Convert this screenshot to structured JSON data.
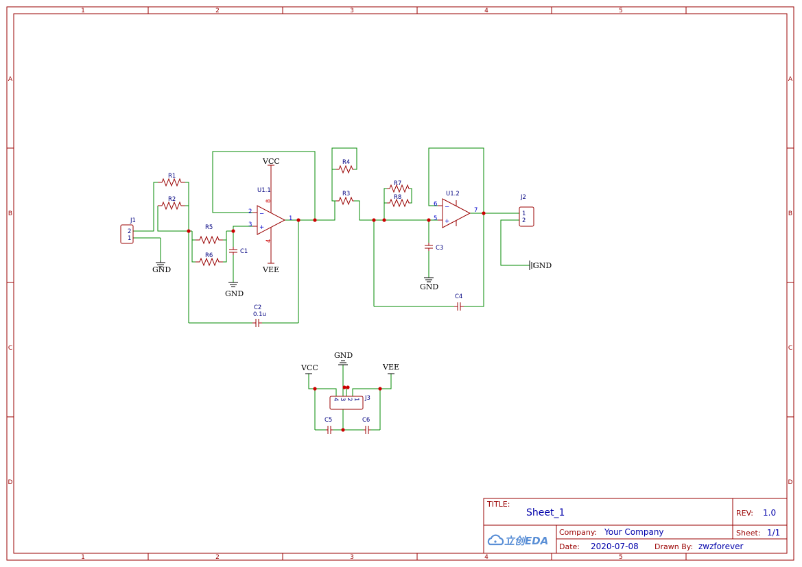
{
  "sheet": {
    "zones_cols": [
      "1",
      "2",
      "3",
      "4",
      "5"
    ],
    "zones_rows": [
      "A",
      "B",
      "C",
      "D"
    ]
  },
  "components": {
    "R1": "R1",
    "R2": "R2",
    "R3": "R3",
    "R4": "R4",
    "R5": "R5",
    "R6": "R6",
    "R7": "R7",
    "R8": "R8",
    "C1": "C1",
    "C2": "C2",
    "C2_value": "0.1u",
    "C3": "C3",
    "C4": "C4",
    "C5": "C5",
    "C6": "C6",
    "U1_1": "U1.1",
    "U1_2": "U1.2",
    "J1": "J1",
    "J2": "J2",
    "J3": "J3"
  },
  "pins": {
    "u11_inv": "2",
    "u11_noninv": "3",
    "u11_out": "1",
    "u11_vplus": "8",
    "u11_vminus": "4",
    "u12_inv": "6",
    "u12_noninv": "5",
    "u12_out": "7",
    "j1_p2": "2",
    "j1_p1": "1",
    "j2_p1": "1",
    "j2_p2": "2",
    "j3_p4": "4",
    "j3_p3": "3",
    "j3_p2": "2",
    "j3_p1": "1",
    "minus": "−",
    "plus": "+"
  },
  "nets": {
    "vcc": "VCC",
    "vee": "VEE",
    "gnd": "GND"
  },
  "titleblock": {
    "title_label": "TITLE:",
    "title": "Sheet_1",
    "rev_label": "REV:",
    "rev": "1.0",
    "company_label": "Company:",
    "company": "Your Company",
    "sheet_label": "Sheet:",
    "sheet": "1/1",
    "date_label": "Date:",
    "date": "2020-07-08",
    "drawn_label": "Drawn By:",
    "drawn_by": "zwzforever",
    "logo_text": "立创EDA"
  },
  "colors": {
    "frame": "#990000",
    "wire": "#008800",
    "part": "#990000",
    "junction": "#cc0000",
    "designator": "#000080",
    "title_value": "#0000aa",
    "logo": "#5a8fd6"
  }
}
